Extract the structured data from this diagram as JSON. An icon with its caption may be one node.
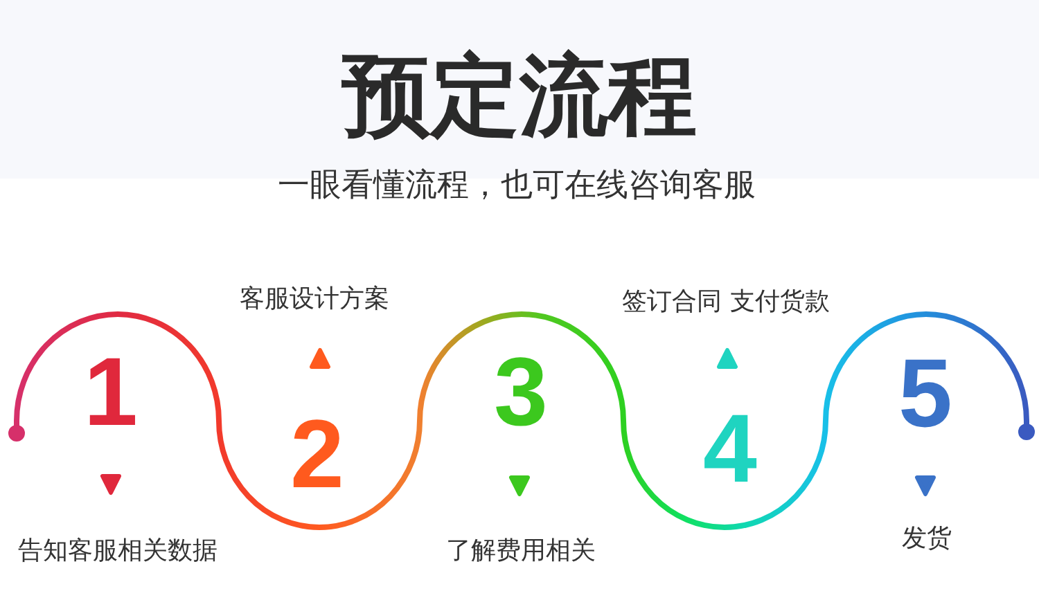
{
  "diagram": {
    "title": "预定流程",
    "nodes": [
      {
        "text": [
          "1",
          "告知客服相关数据"
        ]
      },
      {
        "text": [
          "客服设计方案",
          "2"
        ]
      },
      {
        "text": [
          "3",
          "了解费用相关"
        ]
      },
      {
        "text": [
          "签订合同 支付货款",
          "4"
        ]
      },
      {
        "text": [
          "5",
          "发货"
        ]
      }
    ],
    "labels": [
      "一眼看懂流程，也可在线咨询客服"
    ]
  }
}
